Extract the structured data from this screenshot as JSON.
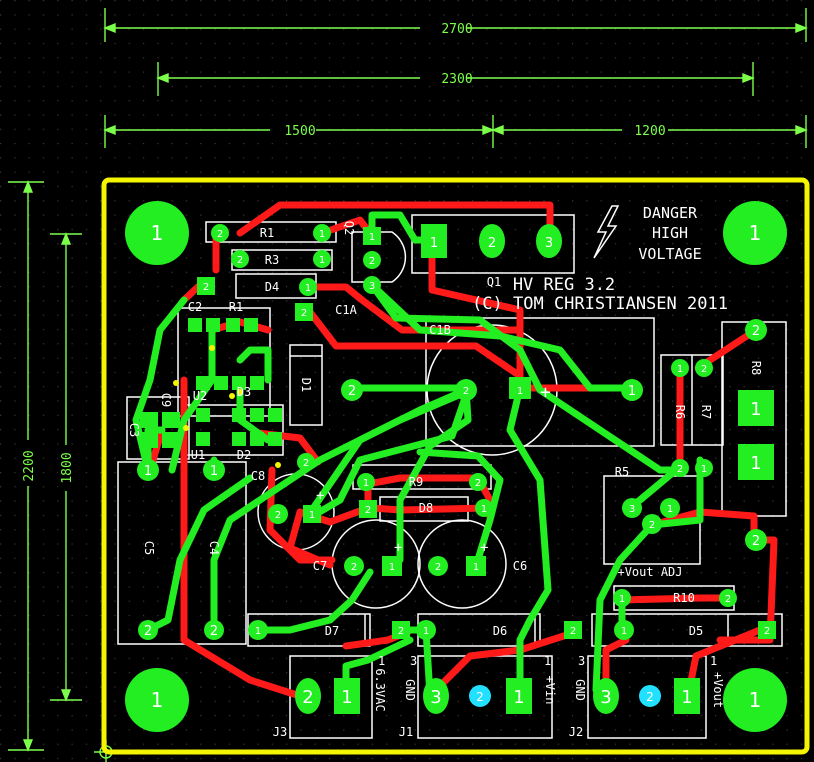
{
  "dimensions": {
    "top_width": "2700",
    "inner_width": "2300",
    "left_span": "1500",
    "right_span": "1200",
    "board_height": "2200",
    "inner_height": "1800"
  },
  "title": {
    "line1": "HV REG 3.2",
    "line2": "(C) TOM CHRISTIANSEN 2011"
  },
  "warning": {
    "line1": "DANGER",
    "line2": "HIGH",
    "line3": "VOLTAGE"
  },
  "labels": {
    "R1": "R1",
    "R1b": "R1",
    "R3": "R3",
    "D4": "D4",
    "Q2": "Q2",
    "Q1": "Q1",
    "C2": "C2",
    "C1A": "C1A",
    "C1B": "C1B",
    "D1": "D1",
    "U2": "U2",
    "D3": "D3",
    "C9": "C9",
    "C3": "C3",
    "U1": "U1",
    "D2": "D2",
    "R6": "R6",
    "R7": "R7",
    "R8": "R8",
    "R5": "R5",
    "C8": "C8",
    "R9": "R9",
    "D8": "D8",
    "C5": "C5",
    "C4": "C4",
    "C7": "C7",
    "C6": "C6",
    "D7": "D7",
    "D6": "D6",
    "D5": "D5",
    "R10": "R10",
    "J3": "J3",
    "J1": "J1",
    "J2": "J2",
    "vout_adj": "+Vout ADJ",
    "j3_sig": "6.3VAC",
    "j1_sig": "+Vin",
    "j2_sig": "+Vout",
    "gnd": "GND",
    "pin1": "1",
    "pin2": "2",
    "pin3": "3",
    "plus": "+"
  },
  "colors": {
    "board_outline": "#f5f500",
    "top_copper": "#ff1a1a",
    "bottom_copper": "#22ee22",
    "pad": "#22ee22",
    "via": "#22e0ff",
    "silkscreen": "#ffffff",
    "dimension": "#7cff4a",
    "grid": "#3a3a3a"
  }
}
